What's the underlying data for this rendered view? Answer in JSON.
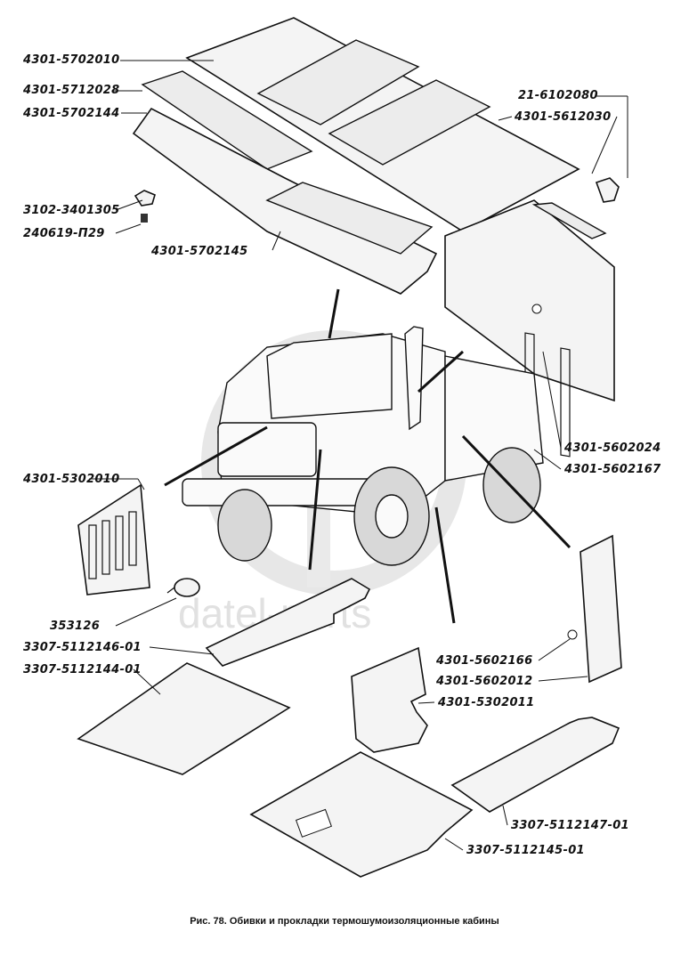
{
  "parts": [
    {
      "code": "4301-5702010"
    },
    {
      "code": "4301-5712028"
    },
    {
      "code": "4301-5702144"
    },
    {
      "code": "3102-3401305"
    },
    {
      "code": "240619-П29"
    },
    {
      "code": "4301-5702145"
    },
    {
      "code": "21-6102080"
    },
    {
      "code": "4301-5612030"
    },
    {
      "code": "4301-5302010"
    },
    {
      "code": "4301-5602024"
    },
    {
      "code": "4301-5602167"
    },
    {
      "code": "353126"
    },
    {
      "code": "3307-5112146-01"
    },
    {
      "code": "3307-5112144-01"
    },
    {
      "code": "4301-5602166"
    },
    {
      "code": "4301-5602012"
    },
    {
      "code": "4301-5302011"
    },
    {
      "code": "3307-5112147-01"
    },
    {
      "code": "3307-5112145-01"
    }
  ],
  "caption": "Рис. 78. Обивки и прокладки термошумоизоляционные кабины",
  "watermark": "datel-parts"
}
